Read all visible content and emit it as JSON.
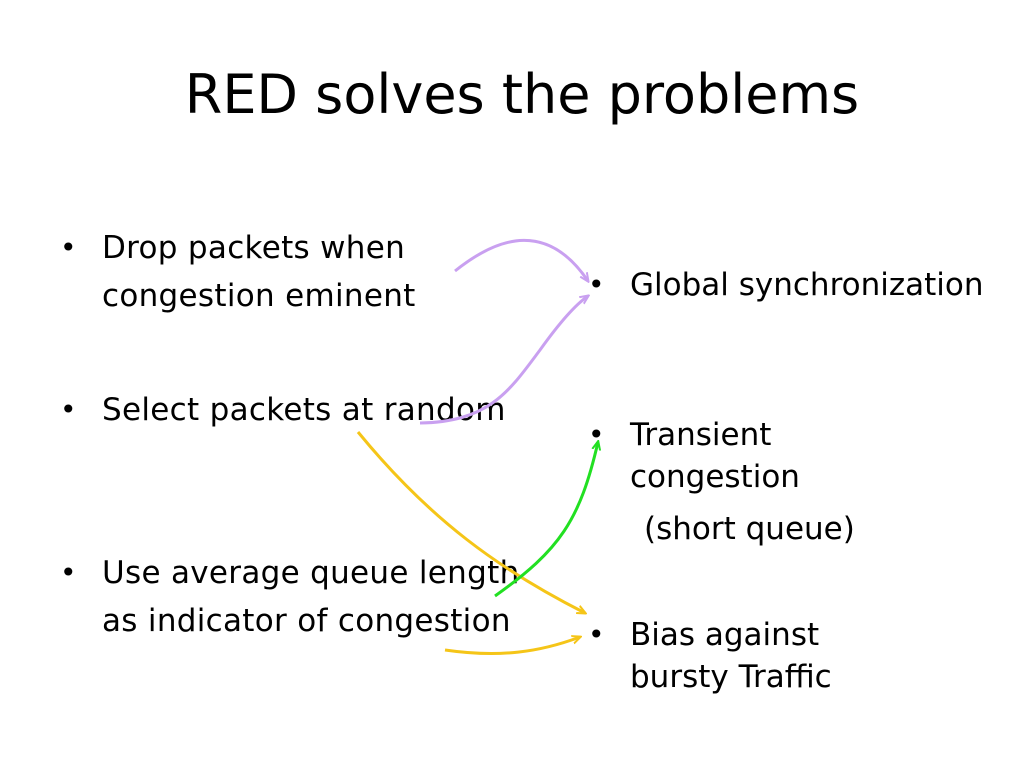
{
  "title": "RED solves the problems",
  "left_items": [
    {
      "bullet": "•",
      "text": "Drop packets when congestion eminent"
    },
    {
      "bullet": "•",
      "text": "Select packets at random"
    },
    {
      "bullet": "•",
      "text": "Use average queue length as indicator of congestion"
    }
  ],
  "right_items": [
    {
      "bullet": "•",
      "text": "Global synchronization"
    },
    {
      "bullet": "•",
      "text": "Transient congestion",
      "sub": "(short queue)"
    },
    {
      "bullet": "•",
      "text": "Bias against bursty Traffic"
    }
  ],
  "colors": {
    "lavender_arrow": "#c9a0f0",
    "yellow_arrow": "#f5c518",
    "green_arrow": "#22e022"
  }
}
